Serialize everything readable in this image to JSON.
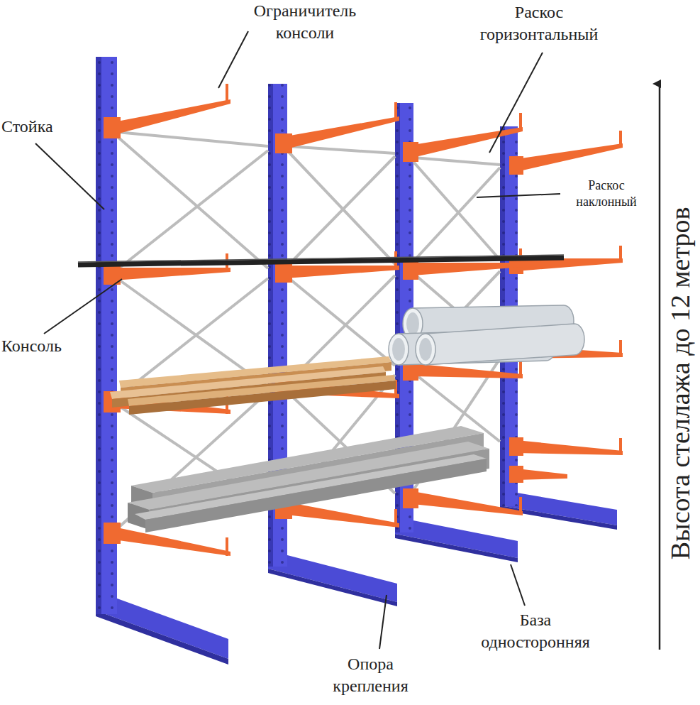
{
  "diagram": {
    "labels": [
      "Ограничитель консоли",
      "Раскос горизонтальный",
      "Стойка",
      "Раскос наклонный",
      "Консоль",
      "Опора крепления",
      "База односторонняя",
      "Высота стеллажа до 12 метров"
    ]
  }
}
